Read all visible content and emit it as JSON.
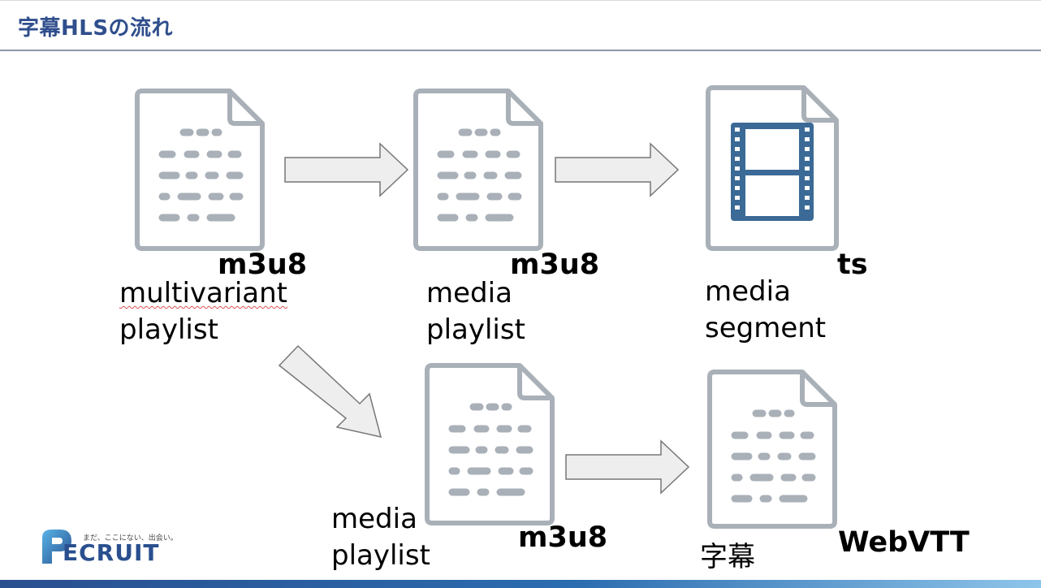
{
  "slide": {
    "title": "字幕HLSの流れ"
  },
  "nodes": {
    "multivariant": {
      "ext": "m3u8",
      "line1": "multivariant",
      "line2": "playlist"
    },
    "media_playlist_top": {
      "ext": "m3u8",
      "line1": "media",
      "line2": "playlist"
    },
    "media_segment": {
      "ext": "ts",
      "line1": "media",
      "line2": "segment"
    },
    "media_playlist_bottom": {
      "ext": "m3u8",
      "line1": "media",
      "line2": "playlist"
    },
    "subtitle": {
      "ext": "WebVTT",
      "line1": "字幕"
    }
  },
  "logo": {
    "tagline": "まだ、ここにない、出会い。",
    "wordmark": "ECRUIT"
  },
  "colors": {
    "title": "#2f4e8c",
    "doc_outline": "#a9b0b8",
    "film": "#3b6a96",
    "arrow_fill": "#eeeeee",
    "arrow_stroke": "#777777"
  }
}
